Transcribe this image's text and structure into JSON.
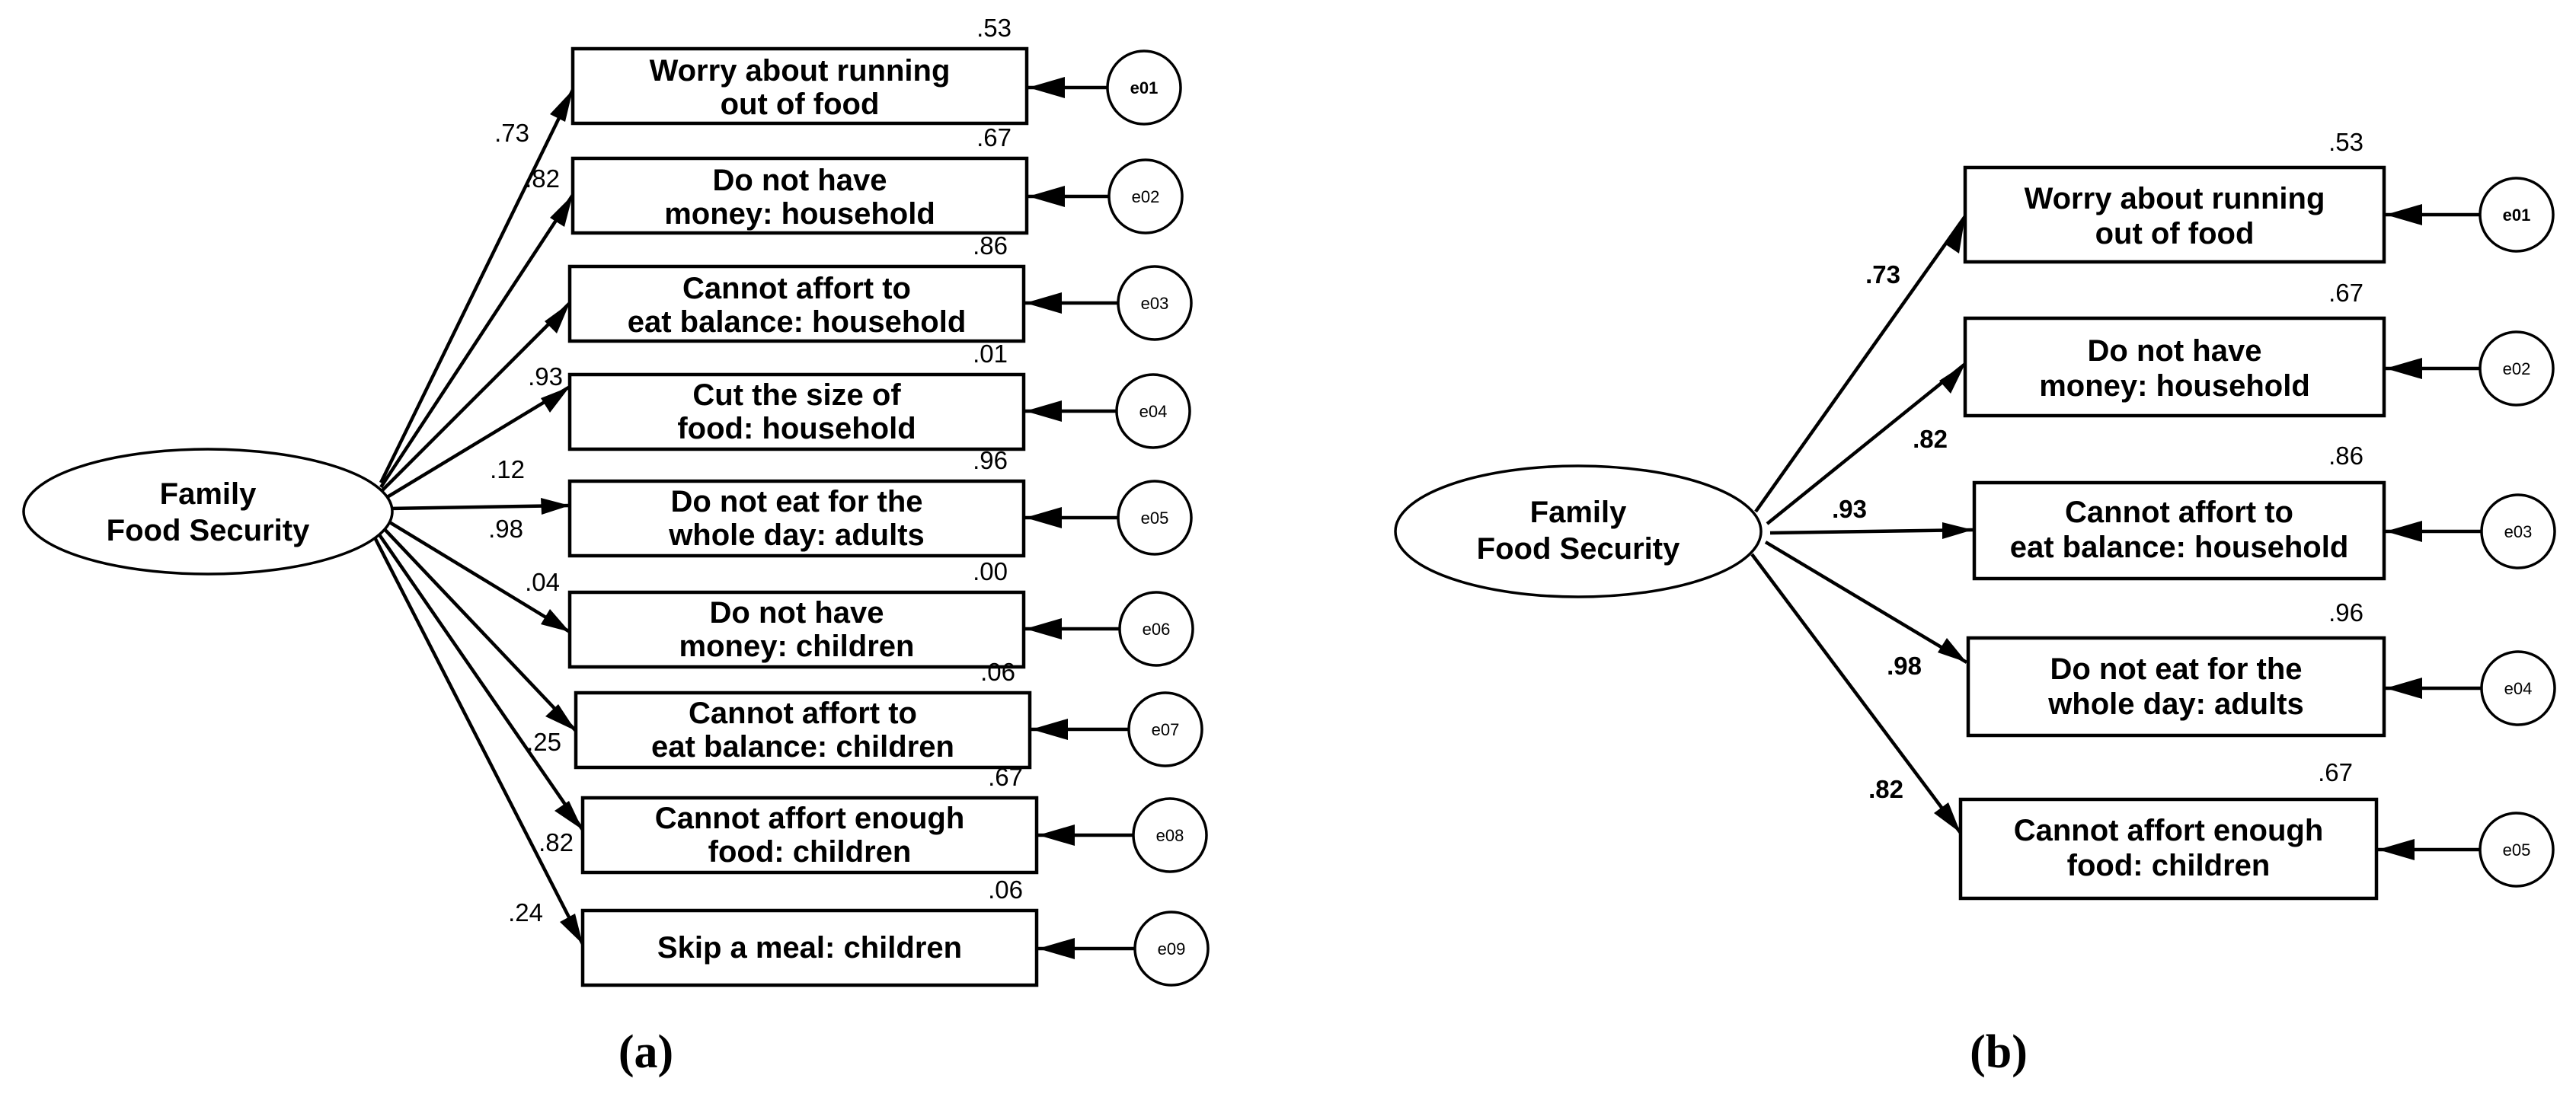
{
  "panels": [
    {
      "label": "(a)",
      "latent": {
        "lines": [
          "Family",
          "Food Security"
        ]
      },
      "items": [
        {
          "lines": [
            "Worry about running",
            "out of food"
          ],
          "loading": ".73",
          "r2": ".53",
          "error": "e01"
        },
        {
          "lines": [
            "Do not have",
            "money: household"
          ],
          "loading": ".82",
          "r2": ".67",
          "error": "e02"
        },
        {
          "lines": [
            "Cannot affort to",
            "eat balance: household"
          ],
          "loading": "",
          "r2": ".86",
          "error": "e03"
        },
        {
          "lines": [
            "Cut the size of",
            "food: household"
          ],
          "loading": ".93",
          "r2": ".01",
          "error": "e04"
        },
        {
          "lines": [
            "Do not eat for the",
            "whole day: adults"
          ],
          "loading": ".12",
          "r2": ".96",
          "error": "e05"
        },
        {
          "lines": [
            "Do not have",
            "money: children"
          ],
          "loading": ".98",
          "r2": ".00",
          "error": "e06"
        },
        {
          "lines": [
            "Cannot affort to",
            "eat balance: children"
          ],
          "loading": ".04",
          "r2": ".06",
          "error": "e07"
        },
        {
          "lines": [
            "Cannot affort enough",
            "food: children"
          ],
          "loading": ".25",
          "r2": ".67",
          "error": "e08"
        },
        {
          "lines": [
            "Skip a meal: children"
          ],
          "loading": ".82",
          "r2": ".06",
          "error": "e09"
        }
      ],
      "extra_loading": ".24"
    },
    {
      "label": "(b)",
      "latent": {
        "lines": [
          "Family",
          "Food Security"
        ]
      },
      "items": [
        {
          "lines": [
            "Worry about running",
            "out of food"
          ],
          "loading": ".73",
          "r2": ".53",
          "error": "e01"
        },
        {
          "lines": [
            "Do not have",
            "money: household"
          ],
          "loading": ".82",
          "r2": ".67",
          "error": "e02"
        },
        {
          "lines": [
            "Cannot affort to",
            "eat balance: household"
          ],
          "loading": ".93",
          "r2": ".86",
          "error": "e03"
        },
        {
          "lines": [
            "Do not eat for the",
            "whole day: adults"
          ],
          "loading": ".98",
          "r2": ".96",
          "error": "e04"
        },
        {
          "lines": [
            "Cannot affort enough",
            "food: children"
          ],
          "loading": ".82",
          "r2": ".67",
          "error": "e05"
        }
      ]
    }
  ]
}
